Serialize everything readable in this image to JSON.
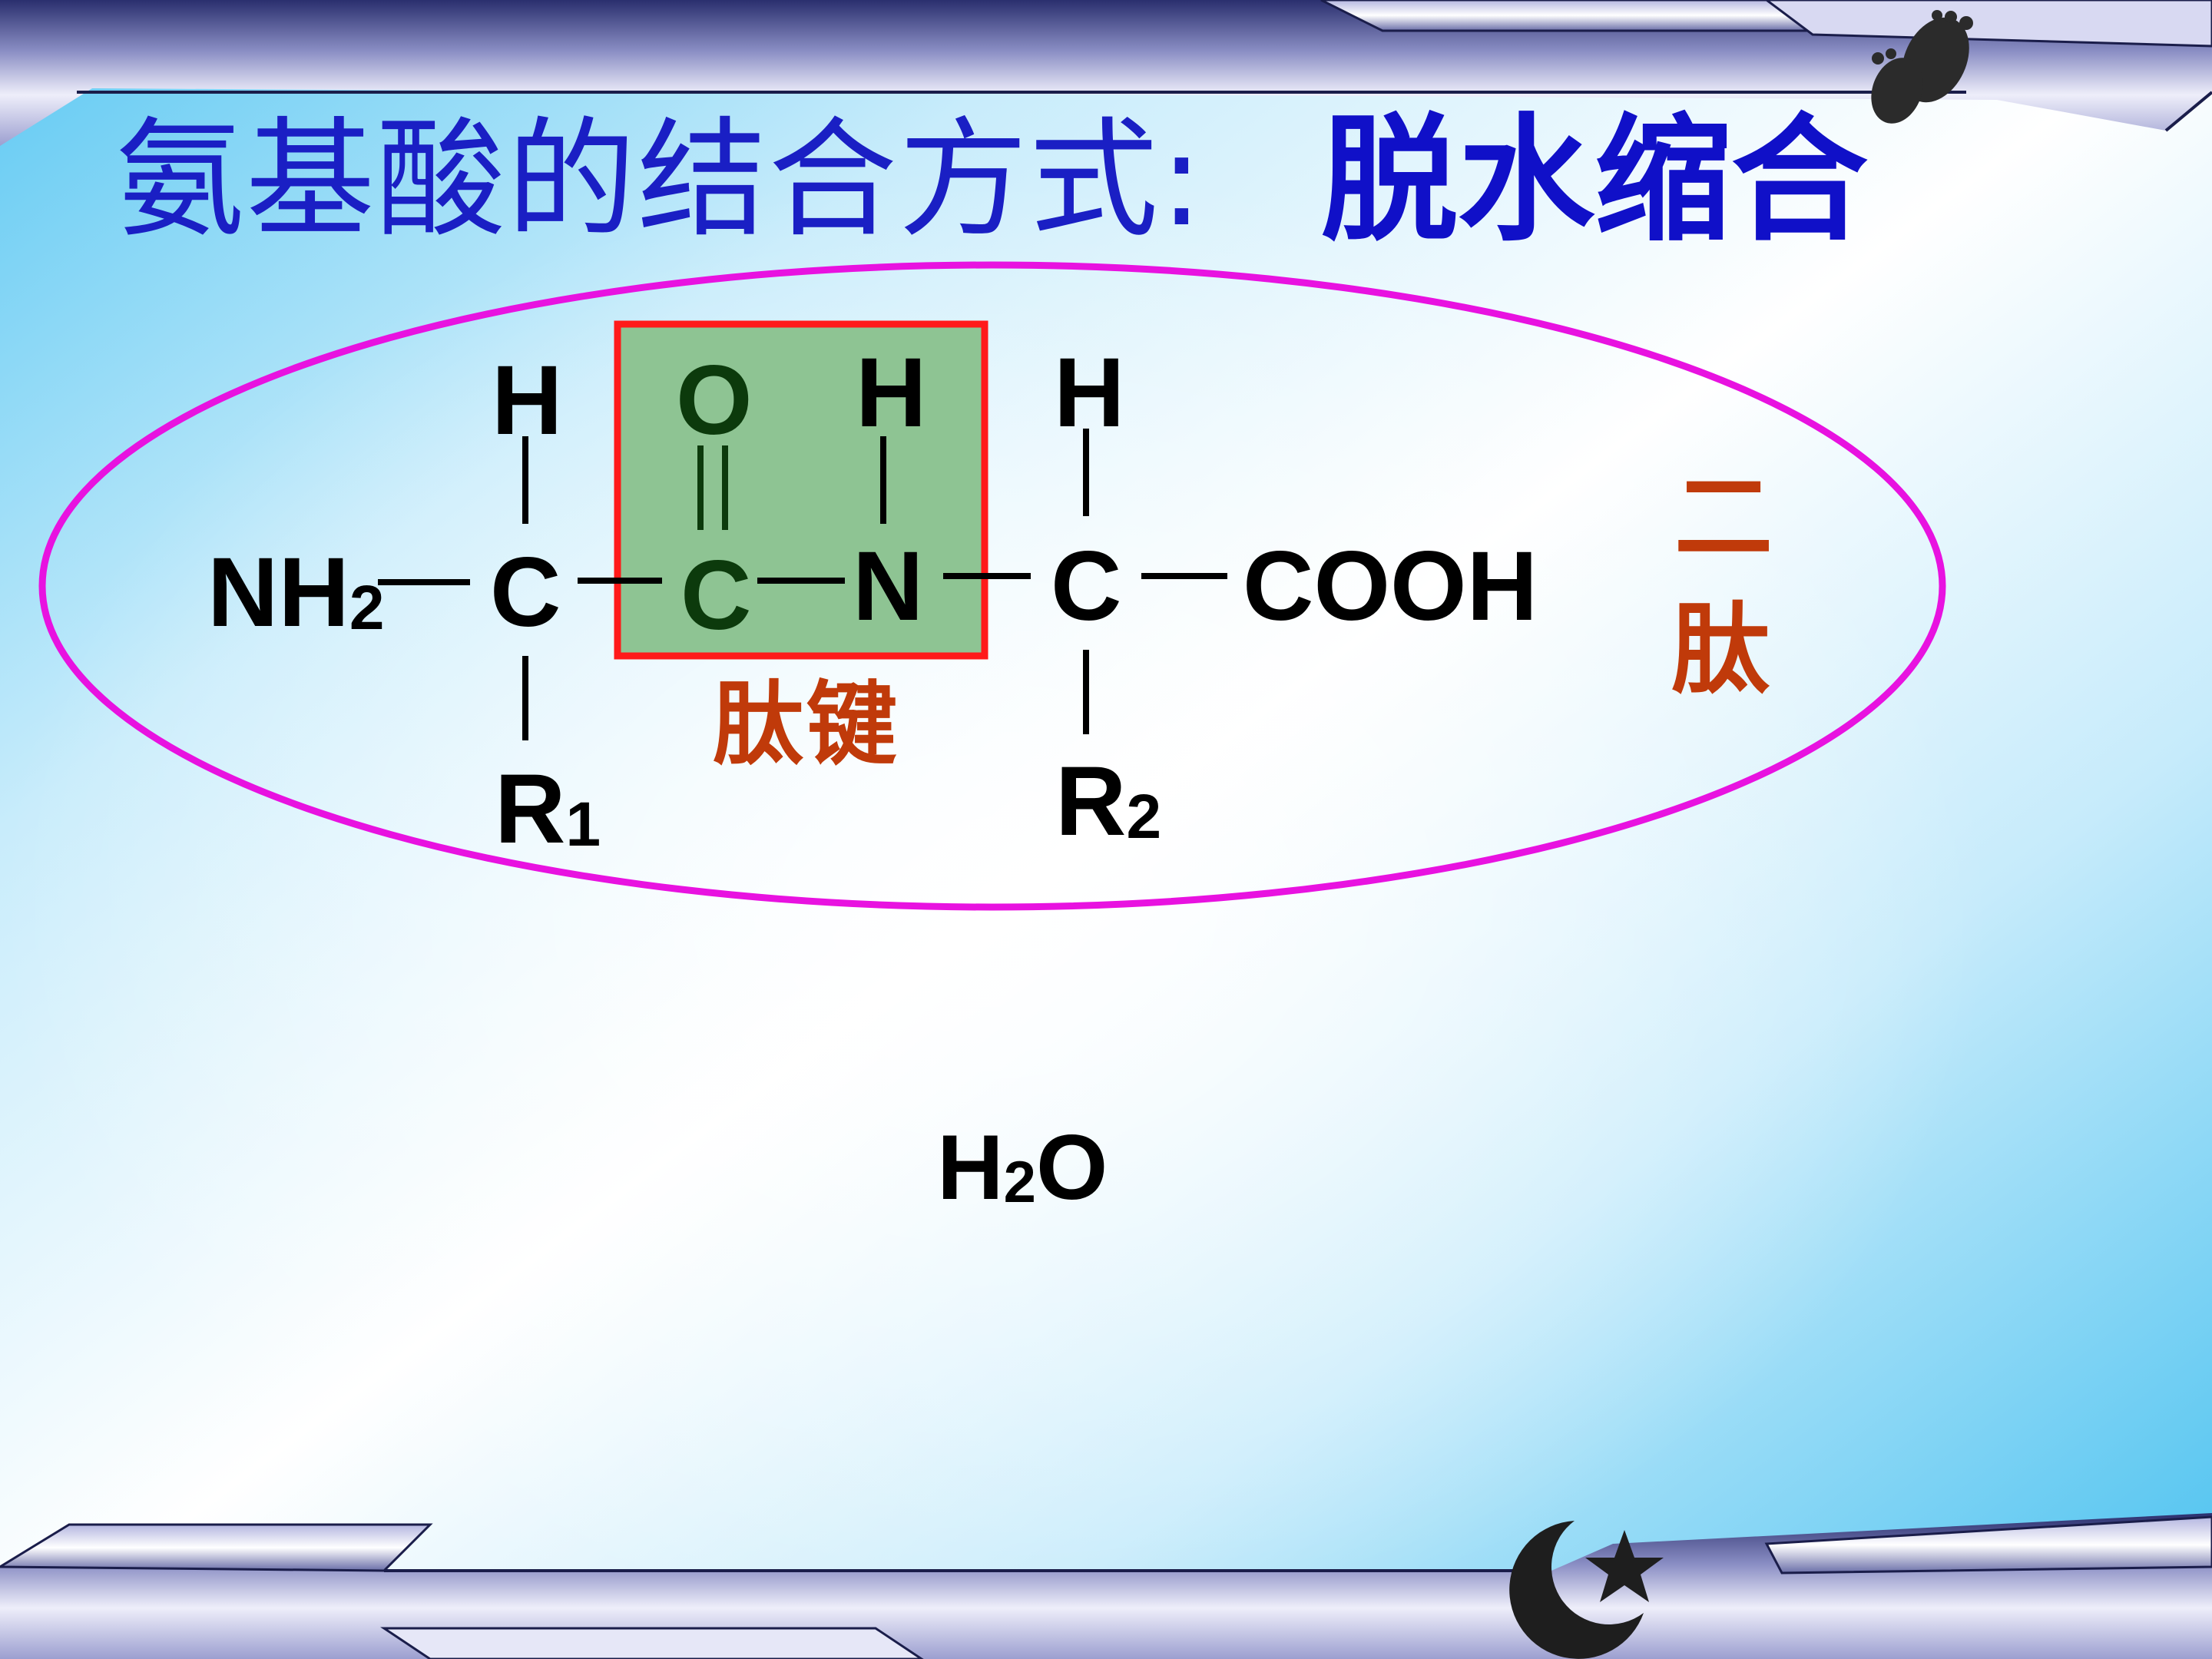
{
  "slide": {
    "title": "氨基酸的结合方式:",
    "title_accent": "脱水缩合"
  },
  "molecule": {
    "left_amino": {
      "group": "NH",
      "group_sub": "2"
    },
    "alpha_c1": "C",
    "h_top_1": "H",
    "r1": {
      "symbol": "R",
      "sub": "1"
    },
    "carbonyl_o": "O",
    "carbonyl_c": "C",
    "amide_n": "N",
    "amide_h": "H",
    "alpha_c2": "C",
    "h_top_2": "H",
    "r2": {
      "symbol": "R",
      "sub": "2"
    },
    "carboxyl": "COOH"
  },
  "labels": {
    "peptide_bond": "肽键",
    "dipeptide_char1": "二",
    "dipeptide_char2": "肽"
  },
  "byproduct": {
    "h": "H",
    "sub": "2",
    "o": "O"
  },
  "colors": {
    "title": "#1a1fc4",
    "title_accent": "#1010c8",
    "ellipse": "#e812e0",
    "box_border": "#ff1a1a",
    "box_fill": "#8ec493",
    "red_label": "#c03a0a",
    "sky": "#4cc4f0"
  },
  "icons": [
    "footprints-icon",
    "moon-star-icon"
  ]
}
